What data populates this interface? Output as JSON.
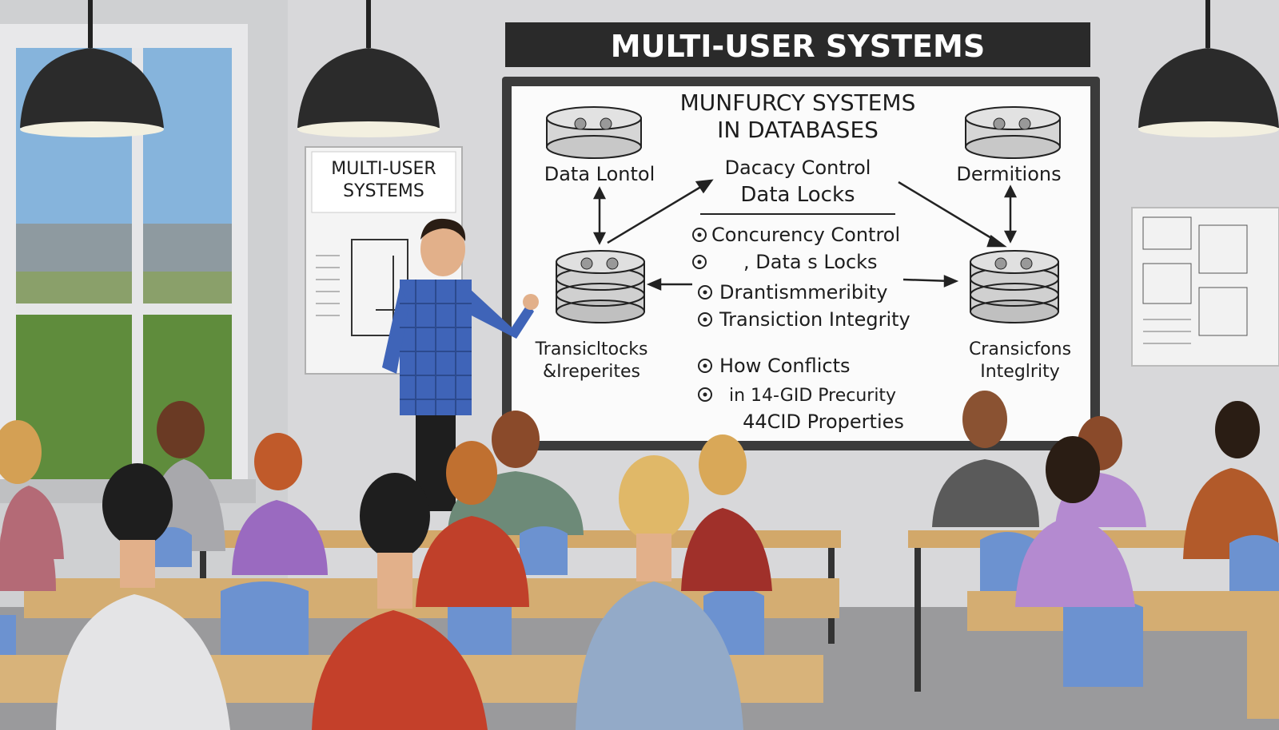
{
  "banner": {
    "title": "MULTI-USER SYSTEMS"
  },
  "poster": {
    "title_line1": "MULTI-USER",
    "title_line2": "SYSTEMS"
  },
  "whiteboard": {
    "title_line1": "MUNFURCY SYSTEMS",
    "title_line2": "IN DATABASES",
    "top_left_label": "Data Lontol",
    "top_right_label": "Dermitions",
    "center_line1": "Dacacy Control",
    "center_line2": "Data Locks",
    "bottom_left_line1": "Transicltocks",
    "bottom_left_line2": "&Ireperites",
    "bottom_right_line1": "Cransicfons",
    "bottom_right_line2": "Integlrity",
    "bullets": [
      "Concurency Control",
      ", Data s Locks",
      "Drantismmeribity",
      "Transiction Integrity",
      "How Conflicts",
      "in 14-GID Precurity"
    ],
    "footer": "44CID Properties"
  }
}
